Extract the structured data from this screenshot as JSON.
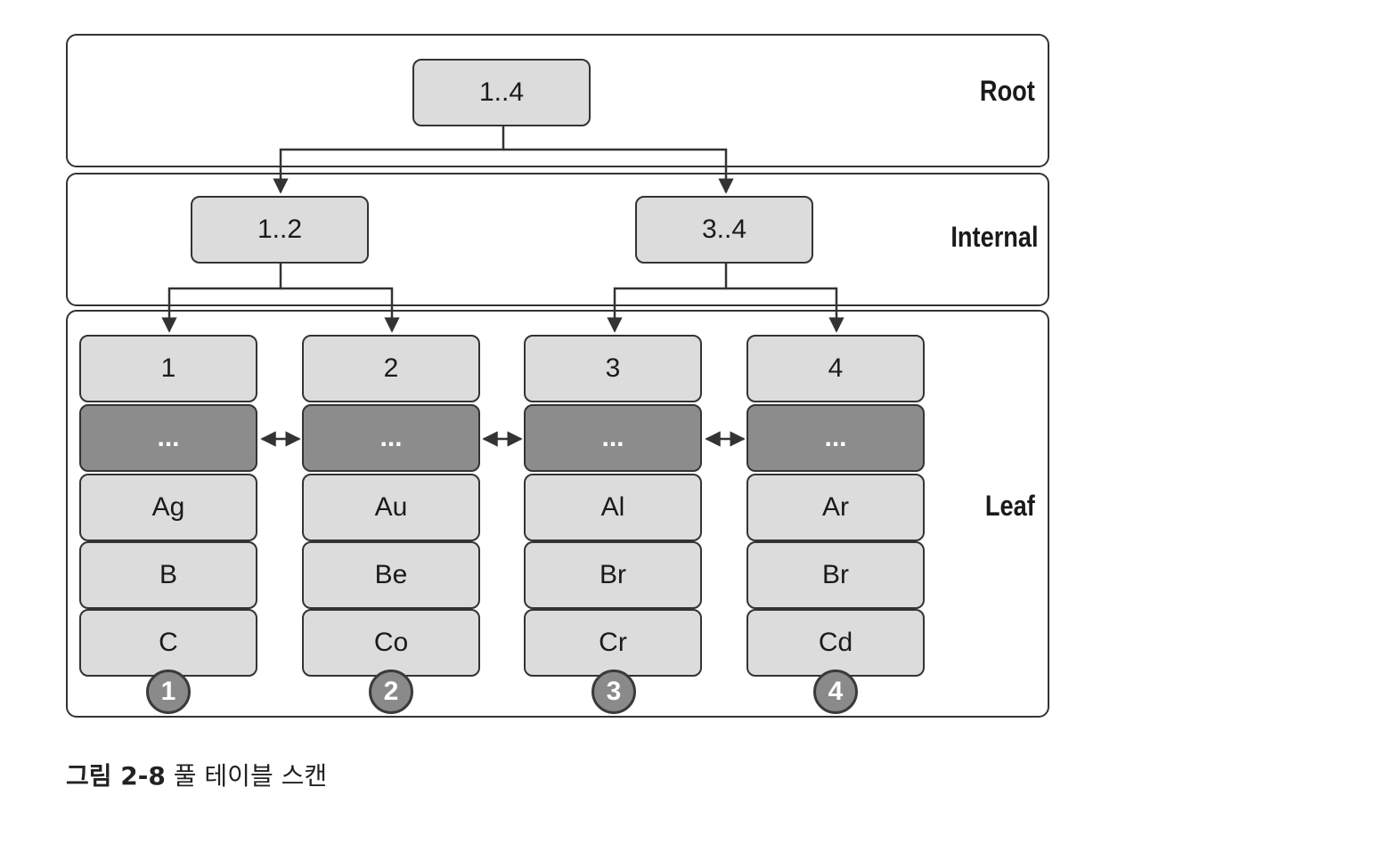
{
  "levels": {
    "root": "Root",
    "internal": "Internal",
    "leaf": "Leaf"
  },
  "root_node": "1..4",
  "internal_nodes": [
    "1..2",
    "3..4"
  ],
  "leaf_pages": [
    {
      "header": "1",
      "ellipsis": "...",
      "rows": [
        "Ag",
        "B",
        "C"
      ],
      "badge": "1"
    },
    {
      "header": "2",
      "ellipsis": "...",
      "rows": [
        "Au",
        "Be",
        "Co"
      ],
      "badge": "2"
    },
    {
      "header": "3",
      "ellipsis": "...",
      "rows": [
        "Al",
        "Br",
        "Cr"
      ],
      "badge": "3"
    },
    {
      "header": "4",
      "ellipsis": "...",
      "rows": [
        "Ar",
        "Br",
        "Cd"
      ],
      "badge": "4"
    }
  ],
  "caption": {
    "number": "그림 2-8",
    "text": "풀 테이블 스캔"
  }
}
